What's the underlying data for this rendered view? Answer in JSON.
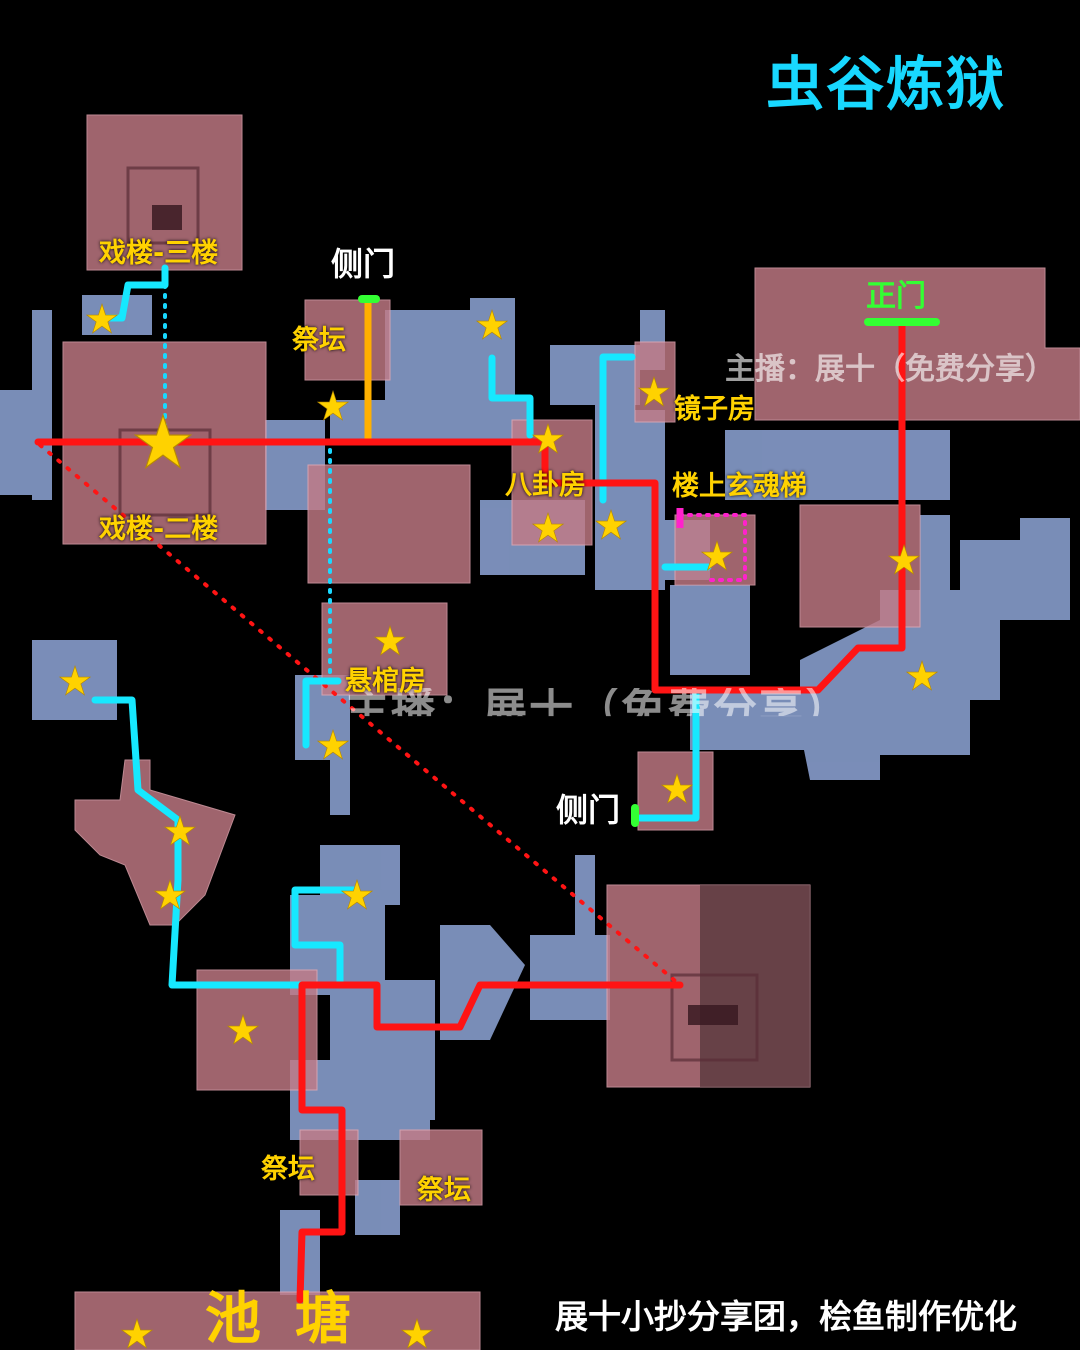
{
  "title": "虫谷炼狱",
  "watermark_top": "主播：展十（免费分享）",
  "watermark_middle": "主播：展十（免费分享）",
  "credit": "展十小抄分享团，桧鱼制作优化",
  "legend_colors": {
    "main_route": "#ff1414",
    "side_route": "#16e8ff",
    "side_door_route": "#ffb000",
    "secret_route": "#ff22cc",
    "door_marker": "#33ff33",
    "star": "#ffd200"
  },
  "labels": {
    "opera_3f": "戏楼-三楼",
    "opera_2f": "戏楼-二楼",
    "side_door_top": "侧门",
    "side_door_right": "侧门",
    "main_gate": "正门",
    "altar_top": "祭坛",
    "mirror_room": "镜子房",
    "bagua_room": "八卦房",
    "stairs_up": "楼上玄魂梯",
    "coffin_room": "悬棺房",
    "altar_left": "祭坛",
    "altar_right": "祭坛",
    "pond": "池塘"
  }
}
